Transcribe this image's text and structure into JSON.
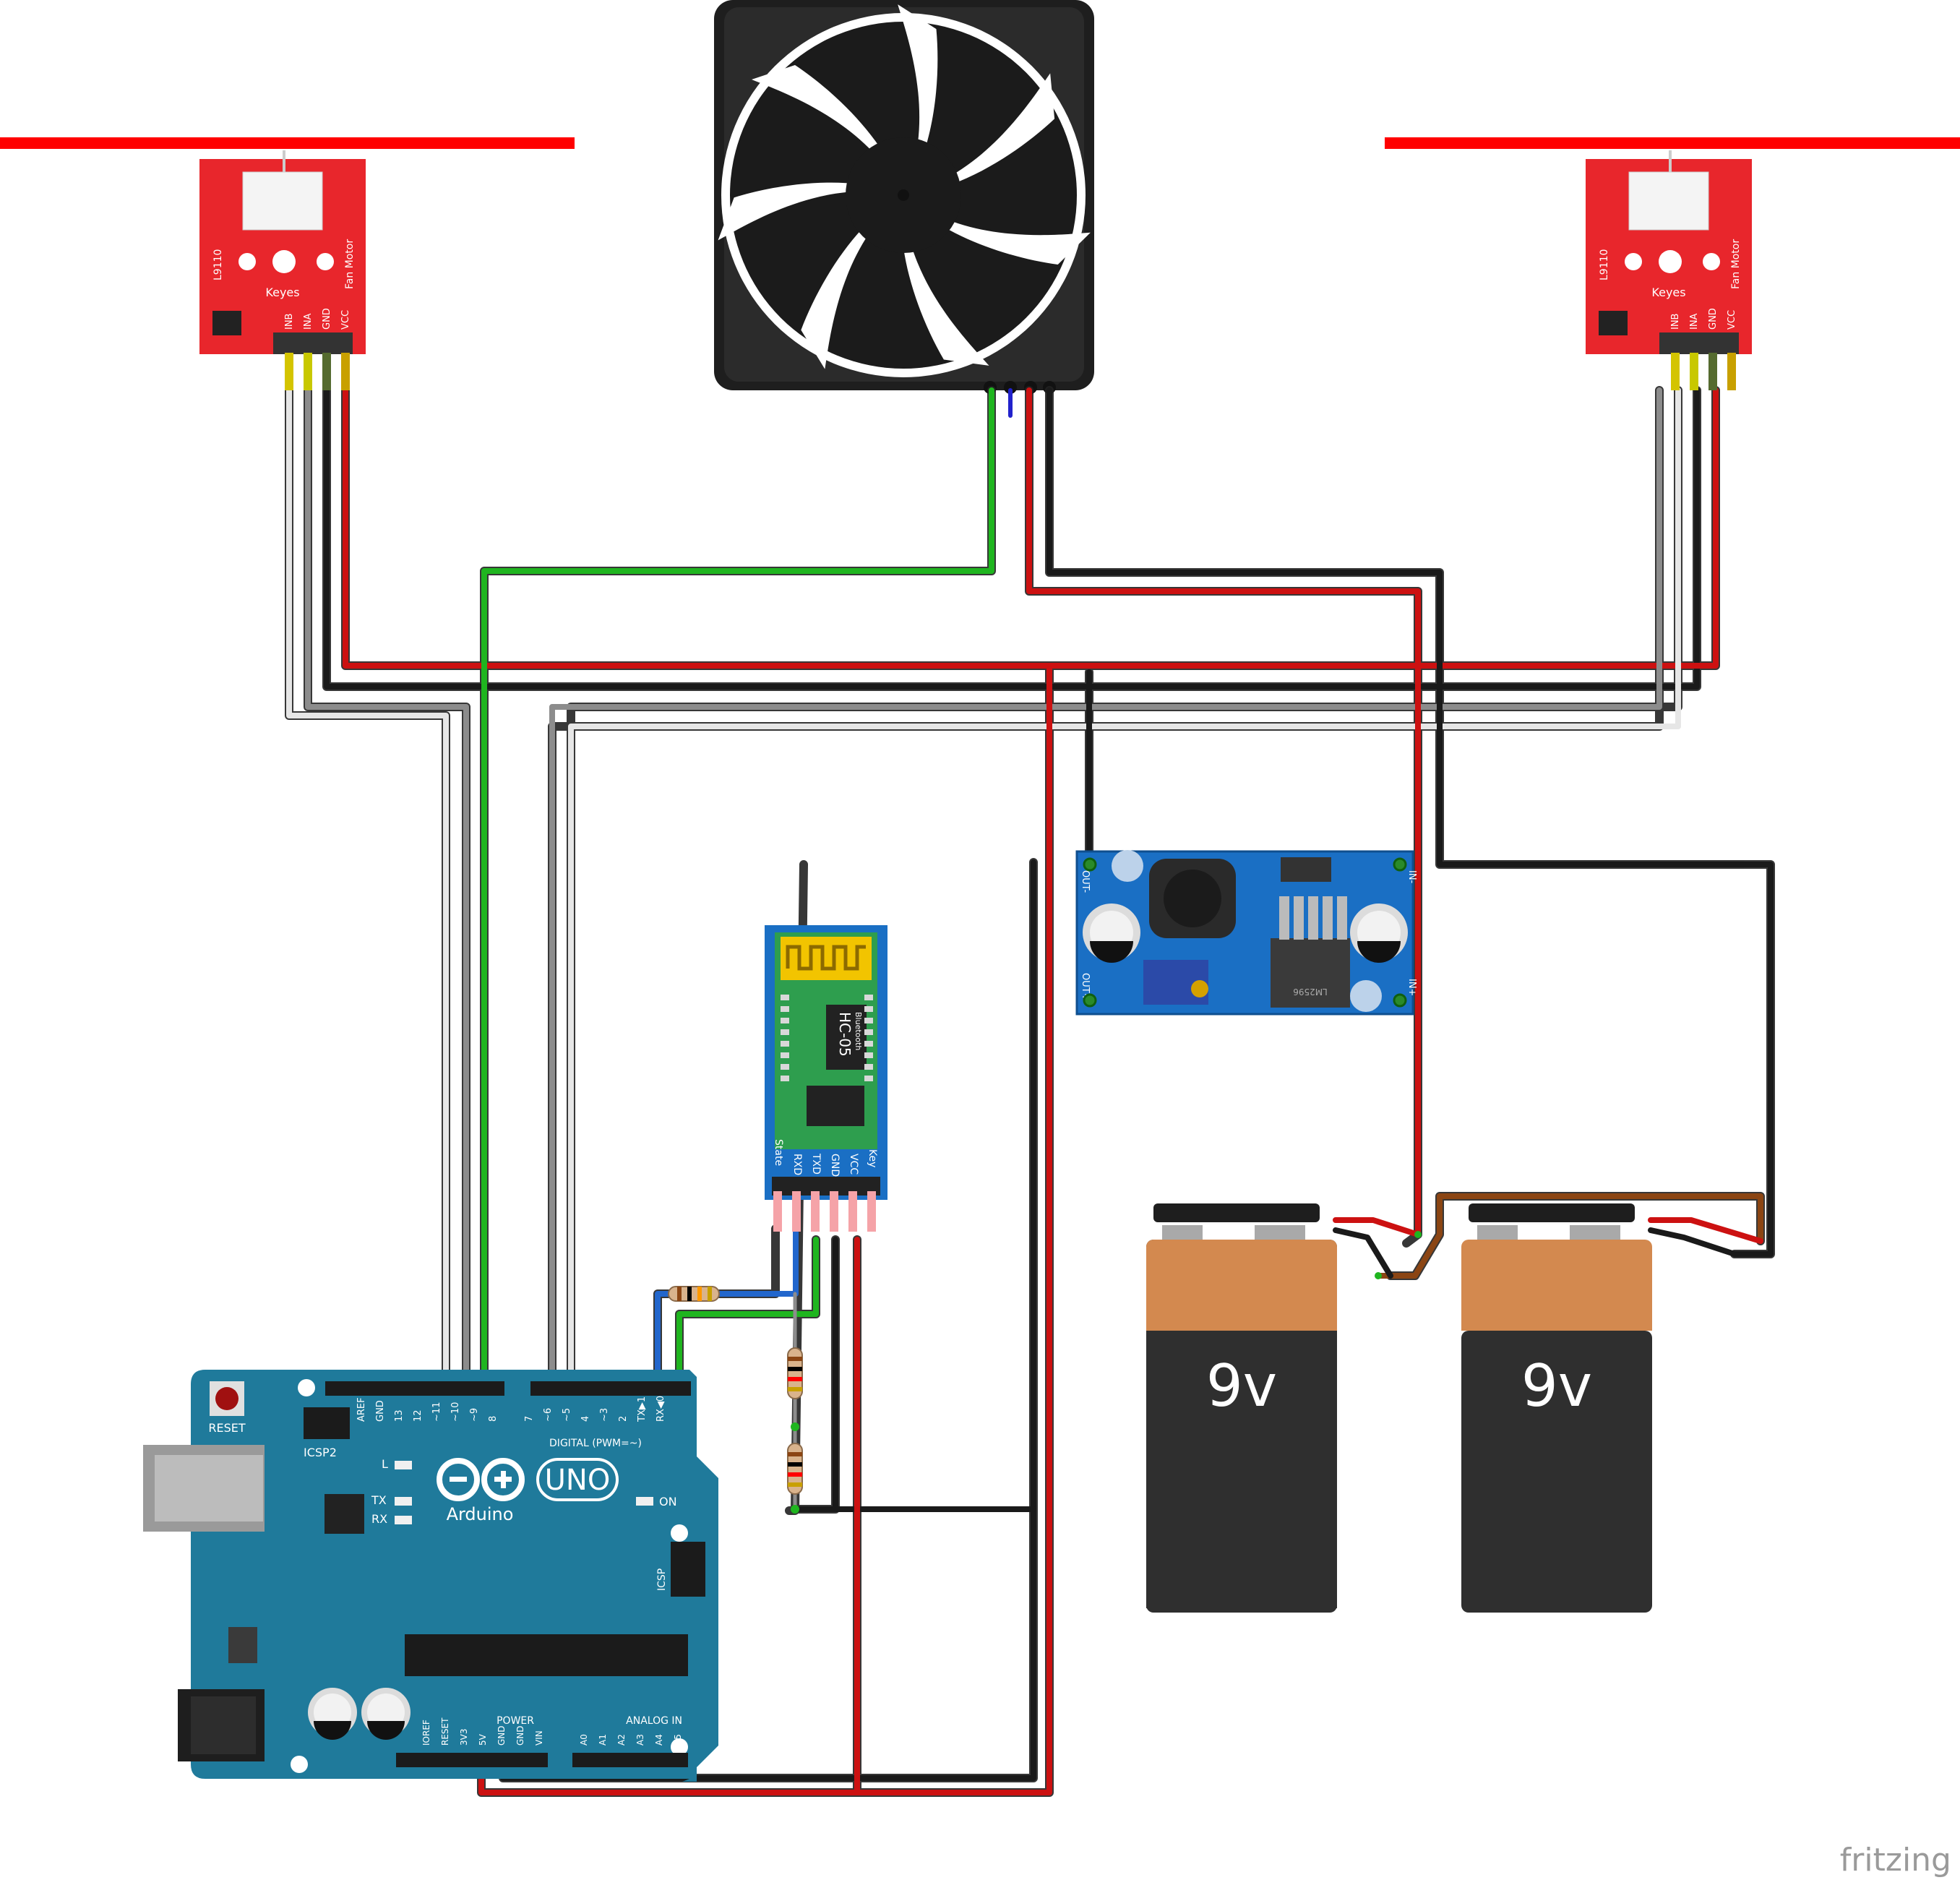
{
  "fan_modules": {
    "brand": "Keyes",
    "chip": "L9110",
    "title": "Fan Motor",
    "pins": [
      "INB",
      "INA",
      "GND",
      "VCC"
    ]
  },
  "bluetooth": {
    "model": "HC-05",
    "sub": "Bluetooth",
    "pins": [
      "State",
      "RXD",
      "TXD",
      "GND",
      "VCC",
      "Key"
    ]
  },
  "converter": {
    "chip": "LM2596",
    "out_minus": "OUT-",
    "out_plus": "OUT+",
    "in_minus": "IN-",
    "in_plus": "IN+"
  },
  "arduino": {
    "logo": "UNO",
    "name": "Arduino",
    "reset": "RESET",
    "icsp2": "ICSP2",
    "icsp": "ICSP",
    "led_l": "L",
    "led_tx": "TX",
    "led_rx": "RX",
    "led_on": "ON",
    "digital_label": "DIGITAL (PWM=~)",
    "digital_pins": [
      "AREF",
      "GND",
      "13",
      "12",
      "~11",
      "~10",
      "~9",
      "8",
      "7",
      "~6",
      "~5",
      "4",
      "~3",
      "2",
      "TX▶1",
      "RX◀0"
    ],
    "power_label": "POWER",
    "power_pins": [
      "IOREF",
      "RESET",
      "3V3",
      "5V",
      "GND",
      "GND",
      "VIN"
    ],
    "analog_label": "ANALOG IN",
    "analog_pins": [
      "A0",
      "A1",
      "A2",
      "A3",
      "A4",
      "A5"
    ]
  },
  "batteries": [
    {
      "label": "9v"
    },
    {
      "label": "9v"
    }
  ],
  "watermark": "fritzing",
  "colors": {
    "red_wire": "#cc1111",
    "black_wire": "#1a1a1a",
    "gray_wire": "#8c8c8c",
    "white_wire": "#e6e6e6",
    "green_wire": "#1fb51f",
    "blue_wire": "#2266cc",
    "brown_wire": "#8b4513",
    "board_red": "#e8262c",
    "arduino_teal": "#1f7a9b",
    "module_blue": "#1a6fc4",
    "battery_copper": "#d3894f",
    "battery_black": "#2f2f2f"
  }
}
